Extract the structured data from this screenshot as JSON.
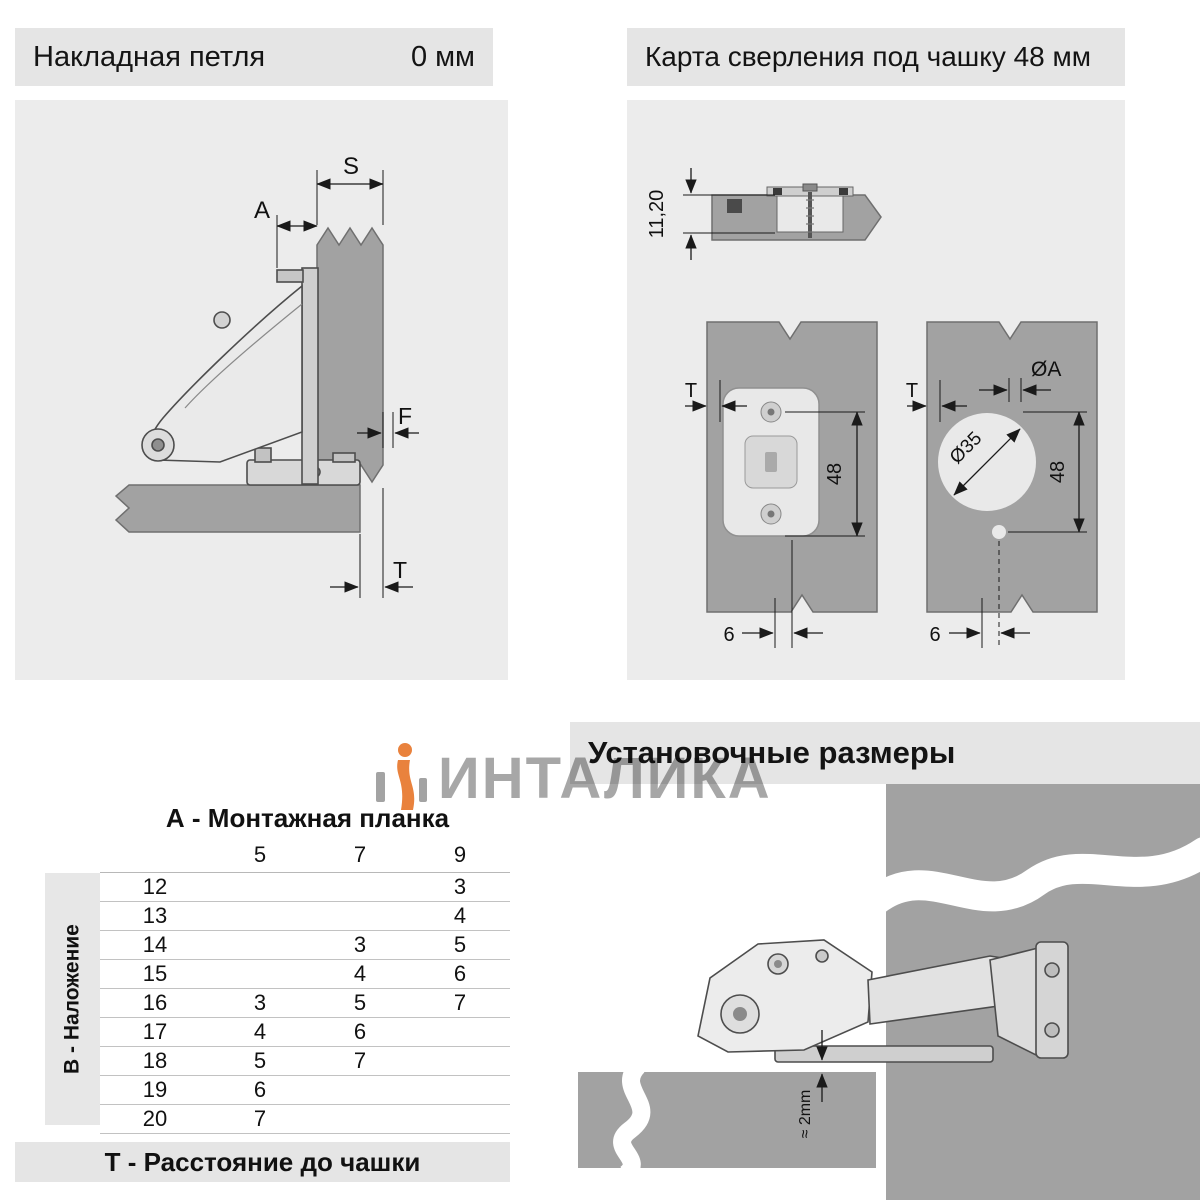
{
  "colors": {
    "header_bg": "#e5e5e5",
    "diagram_bg": "#ececec",
    "panel_gray": "#a2a2a2",
    "accent_orange": "#e8772c",
    "watermark_gray": "#a0a0a0"
  },
  "overlay_panel": {
    "title": "Накладная петля",
    "value": "0 мм",
    "labels": {
      "s": "S",
      "a": "A",
      "f": "F",
      "t": "T"
    }
  },
  "drilling_panel": {
    "title": "Карта сверления под чашку 48 мм",
    "labels": {
      "depth": "11,20",
      "t_left": "T",
      "t_right": "T",
      "dia_a": "ØA",
      "dia_35": "Ø35",
      "h48_left": "48",
      "h48_right": "48",
      "off6_left": "6",
      "off6_right": "6"
    }
  },
  "install_panel": {
    "title": "Установочные размеры",
    "labels": {
      "gap": "≈ 2mm"
    }
  },
  "watermark": {
    "text": "ИНТАЛИКА"
  },
  "table": {
    "title": "А - Монтажная планка",
    "side_label": "В - Наложение",
    "footer": "Т - Расстояние до чашки",
    "columns": [
      "5",
      "7",
      "9"
    ],
    "rows": [
      {
        "b": "12",
        "v": [
          "",
          "",
          "3"
        ]
      },
      {
        "b": "13",
        "v": [
          "",
          "",
          "4"
        ]
      },
      {
        "b": "14",
        "v": [
          "",
          "3",
          "5"
        ]
      },
      {
        "b": "15",
        "v": [
          "",
          "4",
          "6"
        ]
      },
      {
        "b": "16",
        "v": [
          "3",
          "5",
          "7"
        ]
      },
      {
        "b": "17",
        "v": [
          "4",
          "6",
          ""
        ]
      },
      {
        "b": "18",
        "v": [
          "5",
          "7",
          ""
        ]
      },
      {
        "b": "19",
        "v": [
          "6",
          "",
          ""
        ]
      },
      {
        "b": "20",
        "v": [
          "7",
          "",
          ""
        ]
      }
    ]
  }
}
